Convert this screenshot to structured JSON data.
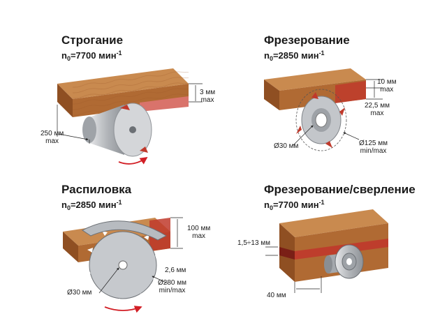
{
  "panels": [
    {
      "title": "Строгание",
      "speed_prefix": "n",
      "speed_sub": "0",
      "speed_value": "=7700 мин",
      "speed_sup": "-1",
      "dims": {
        "depth": "3 мм",
        "depth_note": "max",
        "width": "250 мм",
        "width_note": "max"
      }
    },
    {
      "title": "Фрезерование",
      "speed_prefix": "n",
      "speed_sub": "0",
      "speed_value": "=2850 мин",
      "speed_sup": "-1",
      "dims": {
        "d1": "10 мм",
        "d1_note": "max",
        "d2": "22,5 мм",
        "d2_note": "max",
        "bore": "Ø30 мм",
        "outer": "Ø125 мм",
        "outer_note": "min/max"
      }
    },
    {
      "title": "Распиловка",
      "speed_prefix": "n",
      "speed_sub": "0",
      "speed_value": "=2850 мин",
      "speed_sup": "-1",
      "dims": {
        "height": "100 мм",
        "height_note": "max",
        "kerf": "2,6 мм",
        "outer": "Ø280 мм",
        "outer_note": "min/max",
        "bore": "Ø30 мм"
      }
    },
    {
      "title": "Фрезерование/сверление",
      "speed_prefix": "n",
      "speed_sub": "0",
      "speed_value": "=7700 мин",
      "speed_sup": "-1",
      "dims": {
        "range": "1,5÷13 мм",
        "depth": "40 мм"
      }
    }
  ],
  "colors": {
    "wood_top": "#c98a4f",
    "wood_front": "#b06a33",
    "wood_side": "#8f4f22",
    "cut": "#c0392b",
    "steel": "#b9bcc1",
    "arrow": "#d21f26"
  }
}
